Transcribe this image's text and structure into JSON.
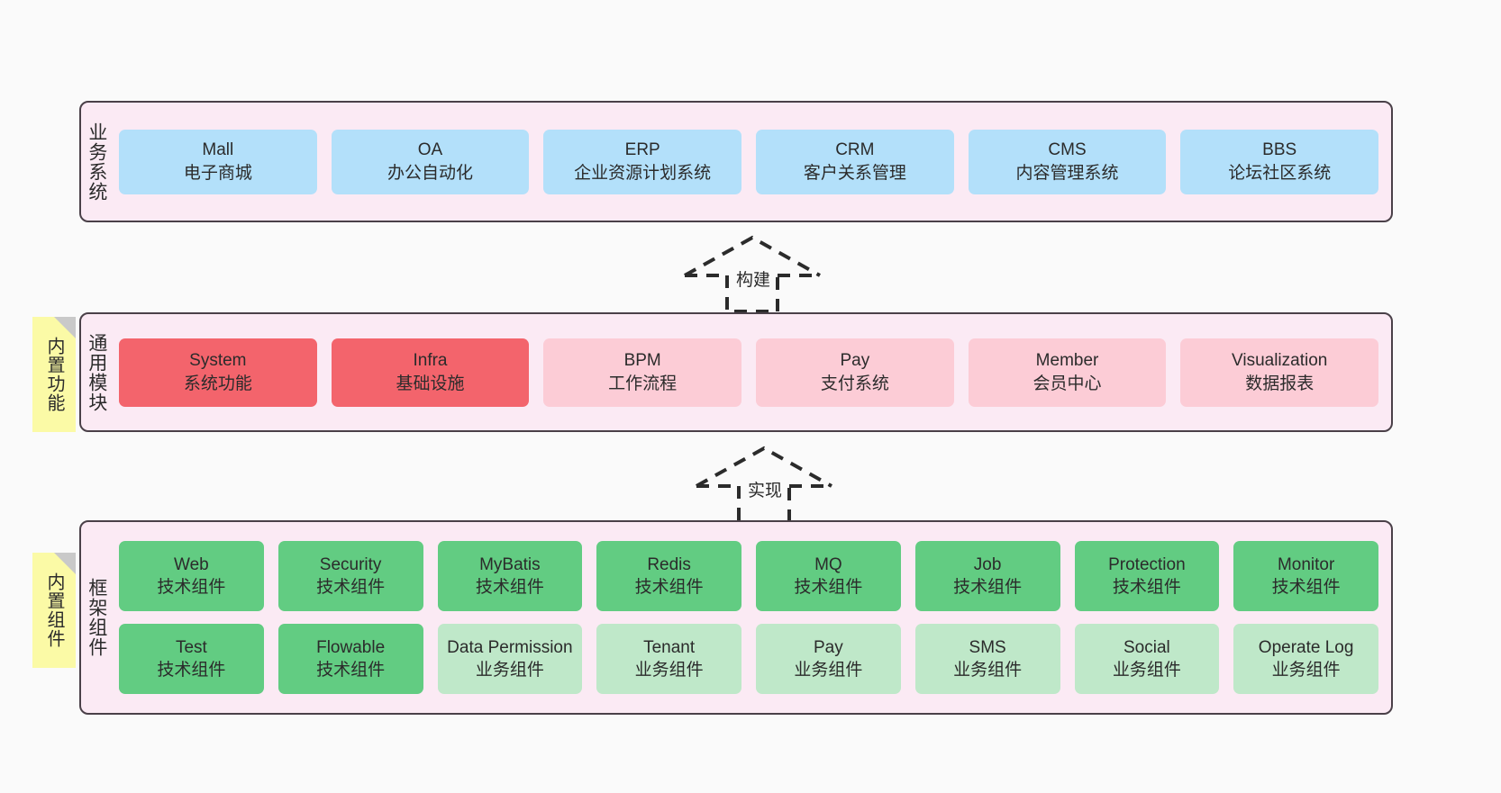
{
  "diagram": {
    "background": "#fafafa",
    "border_color": "#4a4048",
    "layer_bg": "#fbeaf4",
    "sticky_bg": "#fbfaa6"
  },
  "layers": [
    {
      "id": "business",
      "title": "业务系统",
      "cards": [
        {
          "en": "Mall",
          "cn": "电子商城",
          "color": "#b3e0fa"
        },
        {
          "en": "OA",
          "cn": "办公自动化",
          "color": "#b3e0fa"
        },
        {
          "en": "ERP",
          "cn": "企业资源计划系统",
          "color": "#b3e0fa"
        },
        {
          "en": "CRM",
          "cn": "客户关系管理",
          "color": "#b3e0fa"
        },
        {
          "en": "CMS",
          "cn": "内容管理系统",
          "color": "#b3e0fa"
        },
        {
          "en": "BBS",
          "cn": "论坛社区系统",
          "color": "#b3e0fa"
        }
      ]
    },
    {
      "id": "common",
      "title": "通用模块",
      "sticky": "内置功能",
      "cards": [
        {
          "en": "System",
          "cn": "系统功能",
          "color": "#f3646c"
        },
        {
          "en": "Infra",
          "cn": "基础设施",
          "color": "#f3646c"
        },
        {
          "en": "BPM",
          "cn": "工作流程",
          "color": "#fcccd6"
        },
        {
          "en": "Pay",
          "cn": "支付系统",
          "color": "#fcccd6"
        },
        {
          "en": "Member",
          "cn": "会员中心",
          "color": "#fcccd6"
        },
        {
          "en": "Visualization",
          "cn": "数据报表",
          "color": "#fcccd6"
        }
      ]
    },
    {
      "id": "framework",
      "title": "框架组件",
      "sticky": "内置组件",
      "row1": [
        {
          "en": "Web",
          "cn": "技术组件",
          "color": "#62cc82"
        },
        {
          "en": "Security",
          "cn": "技术组件",
          "color": "#62cc82"
        },
        {
          "en": "MyBatis",
          "cn": "技术组件",
          "color": "#62cc82"
        },
        {
          "en": "Redis",
          "cn": "技术组件",
          "color": "#62cc82"
        },
        {
          "en": "MQ",
          "cn": "技术组件",
          "color": "#62cc82"
        },
        {
          "en": "Job",
          "cn": "技术组件",
          "color": "#62cc82"
        },
        {
          "en": "Protection",
          "cn": "技术组件",
          "color": "#62cc82"
        },
        {
          "en": "Monitor",
          "cn": "技术组件",
          "color": "#62cc82"
        }
      ],
      "row2": [
        {
          "en": "Test",
          "cn": "技术组件",
          "color": "#62cc82"
        },
        {
          "en": "Flowable",
          "cn": "技术组件",
          "color": "#62cc82"
        },
        {
          "en": "Data Permission",
          "cn": "业务组件",
          "color": "#bfe8c9"
        },
        {
          "en": "Tenant",
          "cn": "业务组件",
          "color": "#bfe8c9"
        },
        {
          "en": "Pay",
          "cn": "业务组件",
          "color": "#bfe8c9"
        },
        {
          "en": "SMS",
          "cn": "业务组件",
          "color": "#bfe8c9"
        },
        {
          "en": "Social",
          "cn": "业务组件",
          "color": "#bfe8c9"
        },
        {
          "en": "Operate Log",
          "cn": "业务组件",
          "color": "#bfe8c9"
        }
      ]
    }
  ],
  "arrows": [
    {
      "id": "build",
      "label": "构建"
    },
    {
      "id": "implement",
      "label": "实现"
    }
  ]
}
